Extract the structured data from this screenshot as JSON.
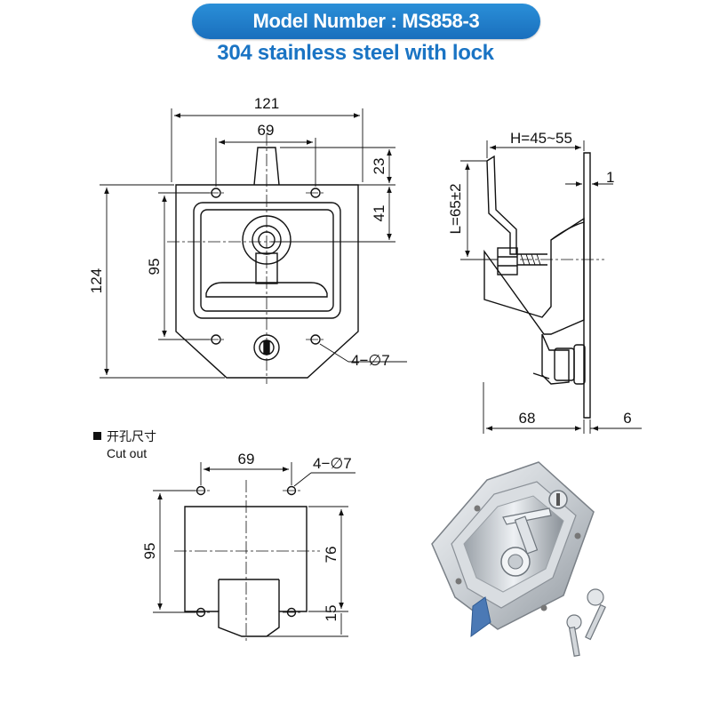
{
  "header": {
    "model_label": "Model Number : MS858-3",
    "subtitle": "304 stainless steel with lock",
    "accent_color": "#1a74c4"
  },
  "front_view": {
    "dims": {
      "width_121": "121",
      "hole_spacing_69": "69",
      "handle_23": "23",
      "hole_41": "41",
      "height_124": "124",
      "height_95": "95",
      "holes_4_phi7": "4−∅7"
    }
  },
  "side_view": {
    "dims": {
      "h_range": "H=45~55",
      "l_range": "L=65±2",
      "thickness_1": "1",
      "depth_68": "68",
      "flange_6": "6"
    }
  },
  "cutout": {
    "title_cn": "开孔尺寸",
    "title_en": "Cut out",
    "dims": {
      "hole_spacing_69": "69",
      "holes_4_phi7": "4−∅7",
      "height_95": "95",
      "height_76": "76",
      "bottom_15": "15"
    }
  },
  "photo": {
    "icons": [
      "t-handle-latch-photo-icon",
      "key-pair-icon"
    ]
  }
}
